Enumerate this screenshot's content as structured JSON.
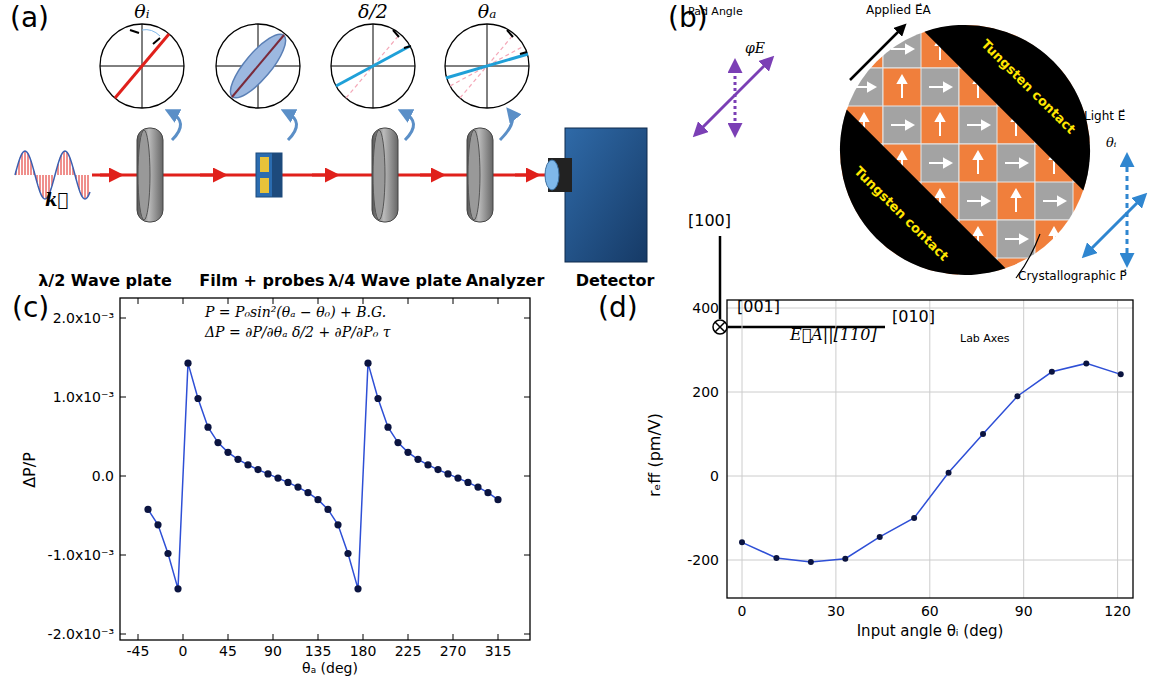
{
  "diagram": {
    "nodes": [
      {
        "text": [
          "Tungsten contact"
        ]
      },
      {
        "text": [
          "Tungsten contact"
        ]
      }
    ],
    "labels": [
      "(a)",
      "θᵢ",
      "δ/2",
      "θₐ",
      "k⃗",
      "λ/2 Wave plate",
      "Film + probes",
      "λ/4 Wave plate",
      "Analyzer",
      "Detector",
      "(b)",
      "Pad Angle",
      "φE",
      "Applied E⃗A",
      "Light E⃗",
      "θᵢ",
      "[100]",
      "[001]",
      "[010]",
      "Lab Axes",
      "Crystallographic P⃗",
      "(c)",
      "P = P₀sin²(θₐ − θ₀) + B.G.",
      "ΔP = ∂P/∂θₐ δ/2 + ∂P/∂P₀ τ",
      "2.0x10⁻³",
      "1.0x10⁻³",
      "0.0",
      "-1.0x10⁻³",
      "-2.0x10⁻³",
      "-45",
      "0",
      "45",
      "90",
      "135",
      "180",
      "225",
      "270",
      "315",
      "θₐ (deg)",
      "ΔP/P",
      "(d)",
      "E⃗A||[110]",
      "400",
      "200",
      "0",
      "-200",
      "0",
      "30",
      "60",
      "90",
      "120",
      "Input angle θᵢ (deg)",
      "rₑff (pm/V)"
    ]
  }
}
